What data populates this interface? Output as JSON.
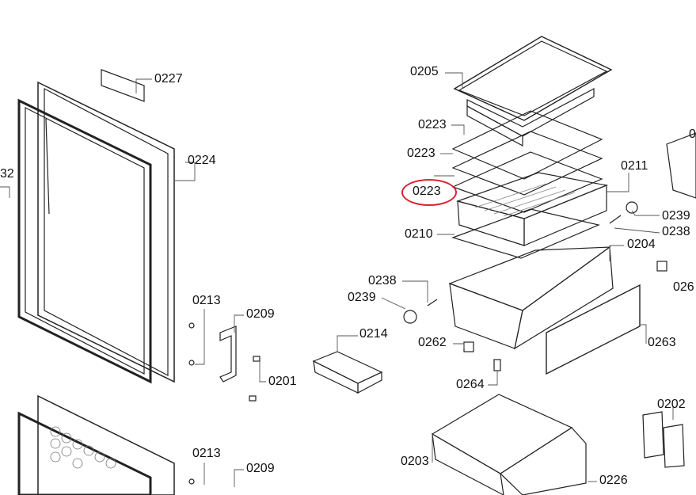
{
  "diagram": {
    "highlight_color": "#d9202a",
    "highlighted_part": "0223",
    "labels": [
      "0227",
      "0224",
      "32",
      "0205",
      "0223",
      "0223",
      "0223",
      "0211",
      "0239",
      "0238",
      "0210",
      "0204",
      "026",
      "0238",
      "0239",
      "0213",
      "0209",
      "0214",
      "0201",
      "0262",
      "0263",
      "0264",
      "0202",
      "0203",
      "0226",
      "0213",
      "0209",
      "0"
    ]
  }
}
